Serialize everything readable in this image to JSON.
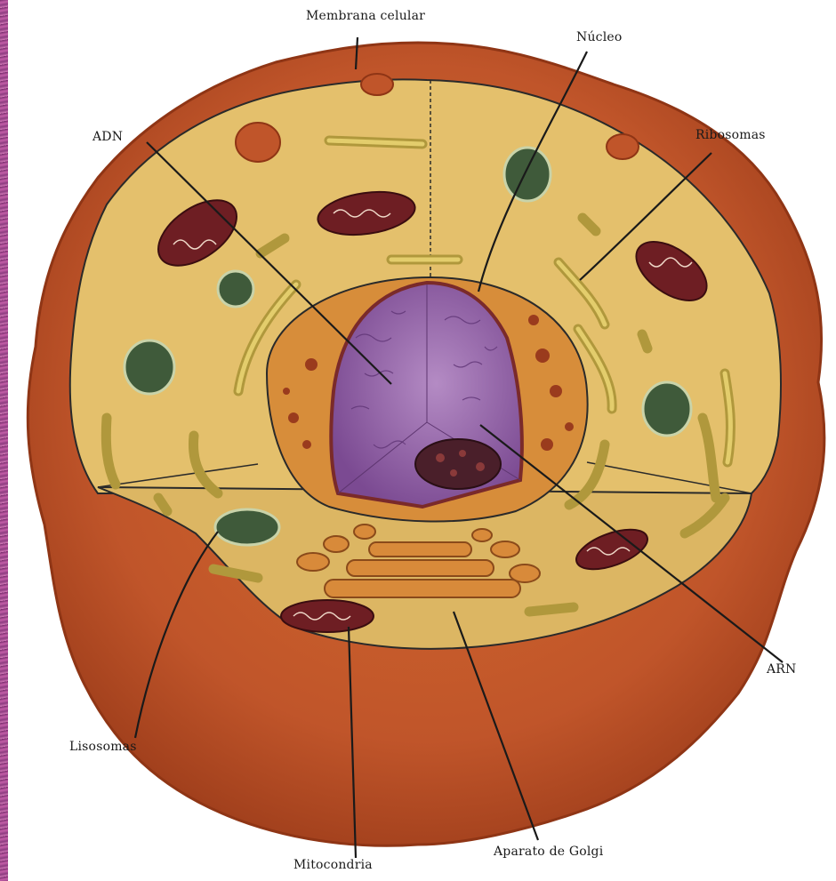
{
  "labels": {
    "membrana": "Membrana celular",
    "nucleo": "Núcleo",
    "ribosomas": "Ribosomas",
    "adn": "ADN",
    "arn": "ARN",
    "lisosomas": "Lisosomas",
    "mitocondria": "Mitocondria",
    "golgi": "Aparato de Golgi"
  },
  "colors": {
    "membrane": "#b4491f",
    "membrane_dark": "#8f3515",
    "cytoplasm": "#e6c26a",
    "nucleus": "#8a5a9e",
    "nuclear_envelope": "#d18a35",
    "mitochondria": "#6e1e23",
    "organelle_green": "#3f5a3a",
    "er_yellow": "#c9b04c",
    "leader_line": "#1a1a1a"
  }
}
